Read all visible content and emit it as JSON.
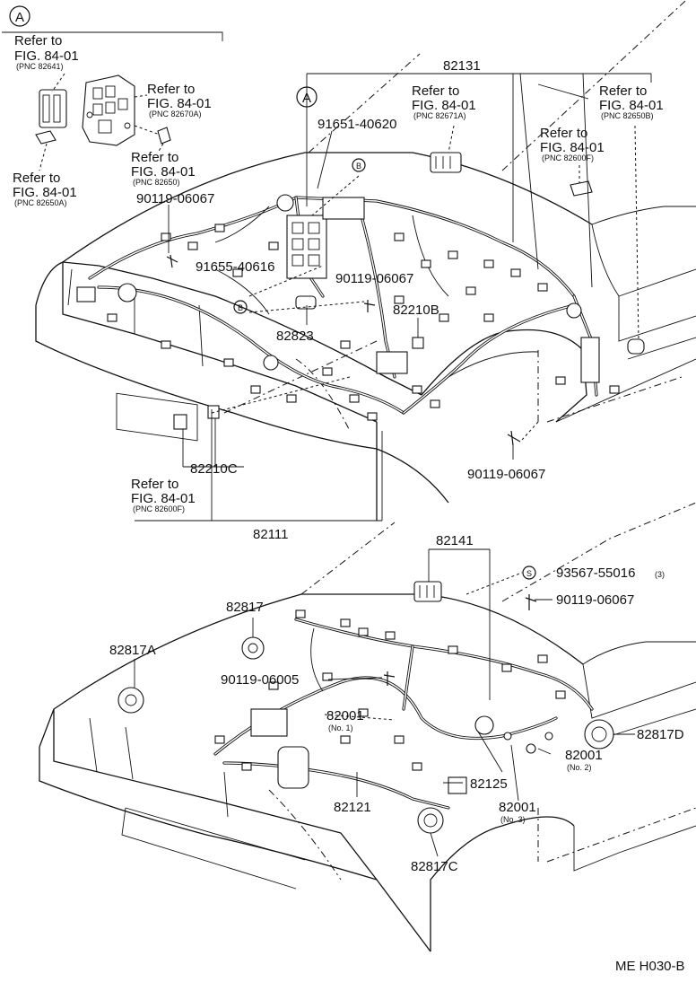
{
  "diagram_code": "ME H030-B",
  "marks": {
    "A": "A",
    "B": "B",
    "S": "S"
  },
  "refer": {
    "a": {
      "l1": "Refer to",
      "l2": "FIG. 84-01",
      "l3": "(PNC 82641)"
    },
    "b": {
      "l1": "Refer to",
      "l2": "FIG. 84-01",
      "l3": "(PNC 82670A)"
    },
    "c": {
      "l1": "Refer to",
      "l2": "FIG. 84-01",
      "l3": "(PNC 82650)"
    },
    "d": {
      "l1": "Refer to",
      "l2": "FIG. 84-01",
      "l3": "(PNC 82650A)"
    },
    "e": {
      "l1": "Refer to",
      "l2": "FIG. 84-01",
      "l3": "(PNC 82671A)"
    },
    "f": {
      "l1": "Refer to",
      "l2": "FIG. 84-01",
      "l3": "(PNC 82650B)"
    },
    "g": {
      "l1": "Refer to",
      "l2": "FIG. 84-01",
      "l3": "(PNC 82600F)"
    },
    "h": {
      "l1": "Refer to",
      "l2": "FIG. 84-01",
      "l3": "(PNC 82600F)"
    }
  },
  "parts": {
    "p82131": "82131",
    "p91651": "91651-40620",
    "p90119a": "90119-06067",
    "p91655": "91655-40616",
    "p90119b": "90119-06067",
    "p82210B": "82210B",
    "p82823": "82823",
    "p90119c": "90119-06067",
    "p82210C": "82210C",
    "p82111": "82111",
    "p82141": "82141",
    "p93567": "93567-55016",
    "p93567q": "(3)",
    "p90119d": "90119-06067",
    "p82817": "82817",
    "p82817A": "82817A",
    "p90119e": "90119-06005",
    "p82001a": "82001",
    "p82001aN": "(No. 1)",
    "p82817D": "82817D",
    "p82001b": "82001",
    "p82001bN": "(No. 2)",
    "p82125": "82125",
    "p82001c": "82001",
    "p82001cN": "(No. 3)",
    "p82121": "82121",
    "p82817C": "82817C"
  }
}
